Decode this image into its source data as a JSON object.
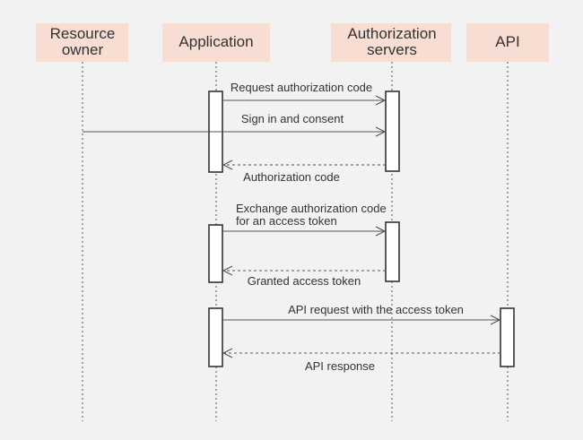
{
  "participants": [
    {
      "id": "resource_owner",
      "lines": [
        "Resource",
        "owner"
      ]
    },
    {
      "id": "application",
      "lines": [
        "Application"
      ]
    },
    {
      "id": "authorization_servers",
      "lines": [
        "Authorization",
        "servers"
      ]
    },
    {
      "id": "api",
      "lines": [
        "API"
      ]
    }
  ],
  "messages": [
    {
      "id": "request_authorization_code",
      "lines": [
        "Request authorization code"
      ]
    },
    {
      "id": "sign_in_and_consent",
      "lines": [
        "Sign in and consent"
      ]
    },
    {
      "id": "authorization_code",
      "lines": [
        "Authorization code"
      ]
    },
    {
      "id": "exchange_authorization_code",
      "lines": [
        "Exchange authorization code",
        "for an access token"
      ]
    },
    {
      "id": "granted_access_token",
      "lines": [
        "Granted access token"
      ]
    },
    {
      "id": "api_request",
      "lines": [
        "API request with the access token"
      ]
    },
    {
      "id": "api_response",
      "lines": [
        "API response"
      ]
    }
  ],
  "colors": {
    "background": "#f2f2f2",
    "participant_fill": "#f7ddd2",
    "line": "#555555",
    "text": "#333333"
  }
}
